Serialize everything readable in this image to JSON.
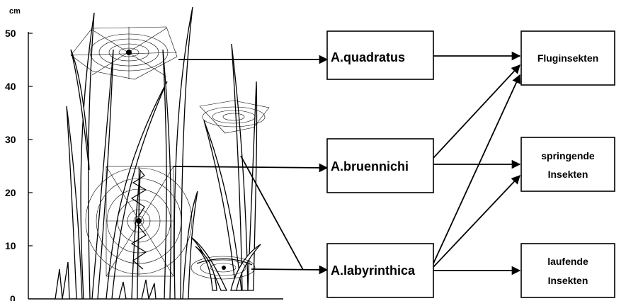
{
  "scale": {
    "unit": "cm",
    "ticks": [
      "50",
      "40",
      "30",
      "20",
      "10",
      "0"
    ]
  },
  "spiders": [
    {
      "id": "quadratus",
      "label": "A.quadratus"
    },
    {
      "id": "bruennichi",
      "label": "A.bruennichi"
    },
    {
      "id": "labyrinthica",
      "label": "A.labyrinthica"
    }
  ],
  "prey": [
    {
      "id": "flug",
      "lines": [
        "Fluginsekten"
      ]
    },
    {
      "id": "spring",
      "lines": [
        "springende",
        "Insekten"
      ]
    },
    {
      "id": "lauf",
      "lines": [
        "laufende",
        "Insekten"
      ]
    }
  ]
}
